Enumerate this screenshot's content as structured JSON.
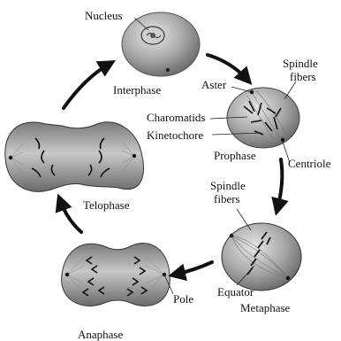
{
  "labels": {
    "nucleus": "Nucleus",
    "interphase": "Interphase",
    "aster": "Aster",
    "spindle_fibers_top_1": "Spindle",
    "spindle_fibers_top_2": "fibers",
    "chromatids": "Charomatids",
    "kinetochore": "Kinetochore",
    "prophase": "Prophase",
    "centriole": "Centriole",
    "spindle_fibers_mid_1": "Spindle",
    "spindle_fibers_mid_2": "fibers",
    "telophase": "Telophase",
    "pole": "Pole",
    "equator": "Equator",
    "metaphase": "Metaphase",
    "anaphase": "Anaphase"
  },
  "colors": {
    "cell_dark": "#6f6f6f",
    "cell_mid": "#a6a6a6",
    "cell_light": "#dcdcdc",
    "arrow": "#111111"
  }
}
